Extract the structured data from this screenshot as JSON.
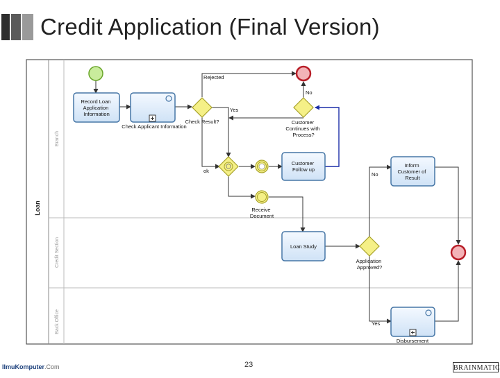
{
  "slide": {
    "title": "Credit Application (Final Version)",
    "page_number": "23"
  },
  "pool": {
    "name": "Loan",
    "lanes": [
      "Branch",
      "Credit Section",
      "Back Office"
    ]
  },
  "tasks": {
    "record": [
      "Record Loan",
      "Application",
      "Information"
    ],
    "check_applicant": "Check Applicant Information",
    "customer_follow_up": [
      "Customer",
      "Follow up"
    ],
    "inform_customer": [
      "Inform",
      "Customer of",
      "Result"
    ],
    "loan_study": "Loan Study",
    "disbursement": "Disbursement"
  },
  "gateways": {
    "check_result": "Check Result?",
    "customer_continues": [
      "Customer",
      "Continues with",
      "Process?"
    ],
    "application_approved": [
      "Application",
      "Approved?"
    ]
  },
  "events": {
    "receive_document": [
      "Receive",
      "Document"
    ]
  },
  "flow_labels": {
    "rejected": "Rejected",
    "no_top": "No",
    "yes_top": "Yes",
    "ok": "ok",
    "no_right": "No",
    "yes_bottom": "Yes"
  },
  "footer": {
    "brand": "IlmuKomputer",
    "domain": ".Com",
    "logo": "BRAINMATICS"
  },
  "colors": {
    "start_event_fill": "#c9ec9c",
    "start_event_stroke": "#6aa62a",
    "end_event_fill": "#f3b3b7",
    "end_event_stroke": "#b81e28",
    "gateway_fill": "#f5f087",
    "gateway_stroke": "#a8a22a",
    "intermediate_fill": "#f5f087",
    "task_fill": "#e4f0fb",
    "task_stroke": "#4676a6",
    "return_flow": "#1c2fa8"
  }
}
